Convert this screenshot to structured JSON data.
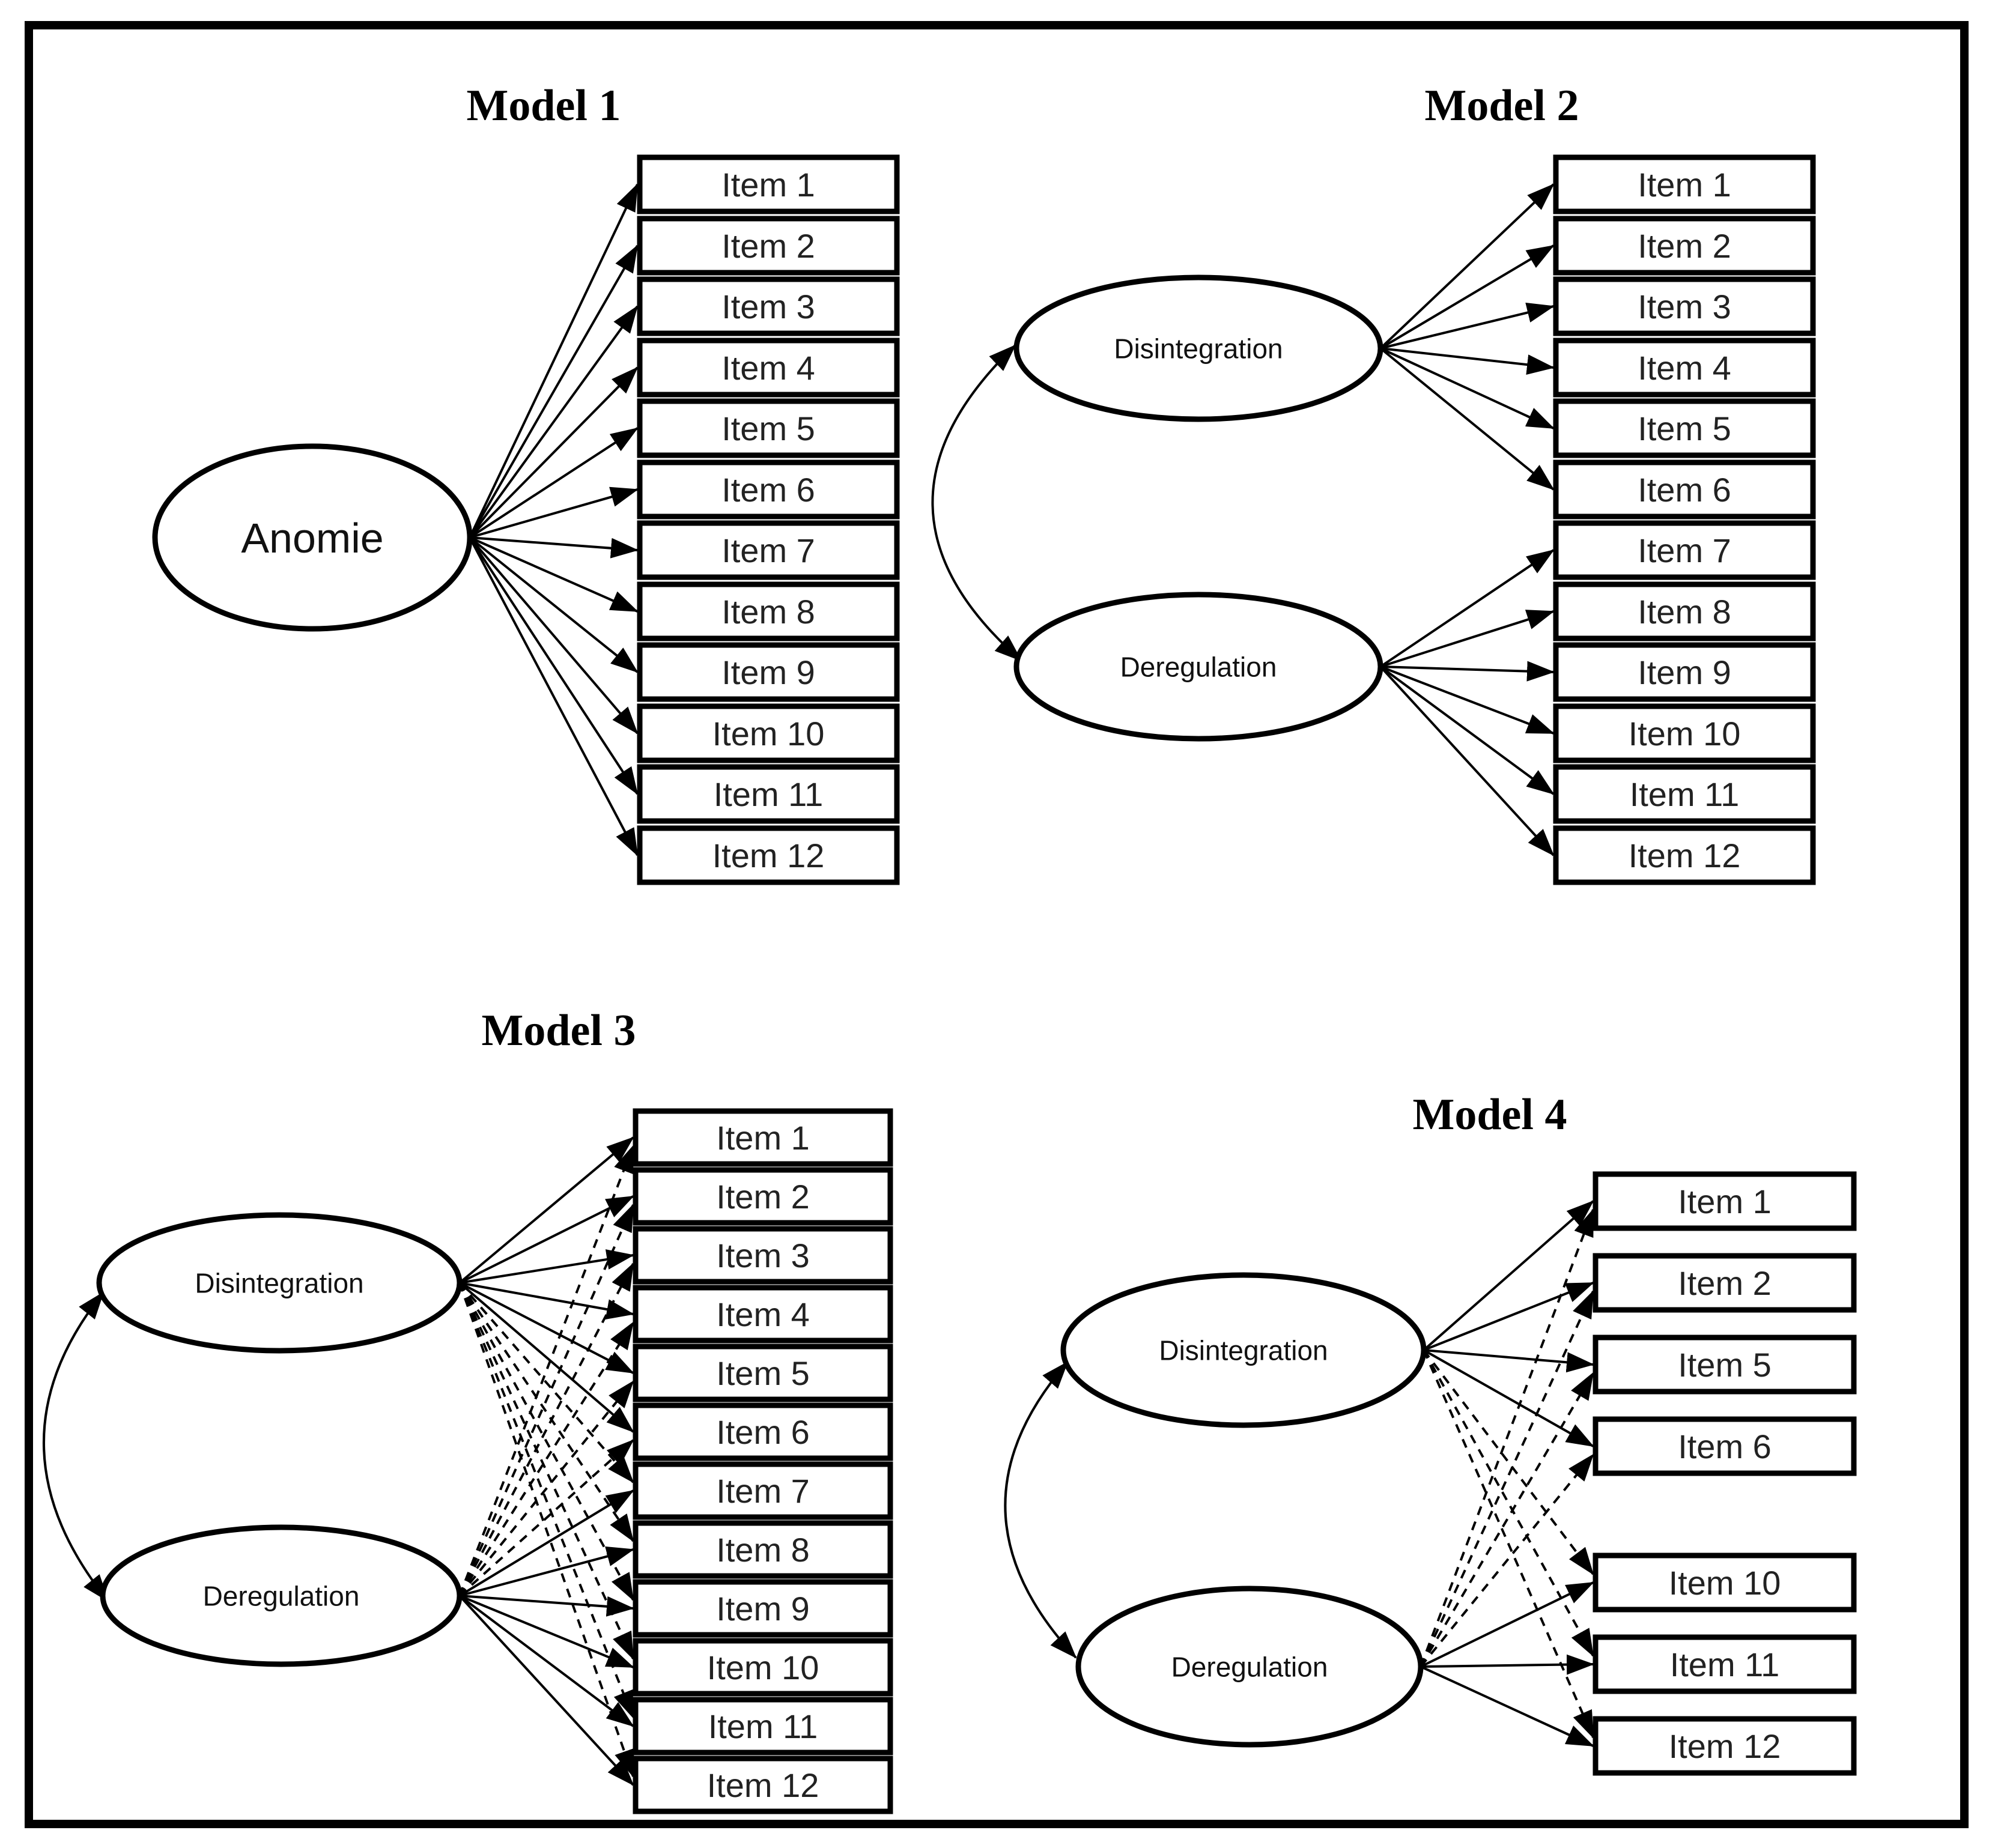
{
  "figure": {
    "description": "Four confirmatory factor analysis path models",
    "colors": {
      "ink": "#000000",
      "item_text": "#222222",
      "background": "#ffffff"
    },
    "models": [
      {
        "id": "model-1",
        "title": "Model 1",
        "items": [
          "Item 1",
          "Item 2",
          "Item 3",
          "Item 4",
          "Item 5",
          "Item 6",
          "Item 7",
          "Item 8",
          "Item 9",
          "Item 10",
          "Item 11",
          "Item 12"
        ],
        "factors": [
          {
            "name": "Anomie",
            "solid": [
              "Item 1",
              "Item 2",
              "Item 3",
              "Item 4",
              "Item 5",
              "Item 6",
              "Item 7",
              "Item 8",
              "Item 9",
              "Item 10",
              "Item 11",
              "Item 12"
            ],
            "dashed": []
          }
        ],
        "covariance": false
      },
      {
        "id": "model-2",
        "title": "Model 2",
        "items": [
          "Item 1",
          "Item 2",
          "Item 3",
          "Item 4",
          "Item 5",
          "Item 6",
          "Item 7",
          "Item 8",
          "Item 9",
          "Item 10",
          "Item 11",
          "Item 12"
        ],
        "factors": [
          {
            "name": "Disintegration",
            "solid": [
              "Item 1",
              "Item 2",
              "Item 3",
              "Item 4",
              "Item 5",
              "Item 6"
            ],
            "dashed": []
          },
          {
            "name": "Deregulation",
            "solid": [
              "Item 7",
              "Item 8",
              "Item 9",
              "Item 10",
              "Item 11",
              "Item 12"
            ],
            "dashed": []
          }
        ],
        "covariance": true
      },
      {
        "id": "model-3",
        "title": "Model 3",
        "items": [
          "Item 1",
          "Item 2",
          "Item 3",
          "Item 4",
          "Item 5",
          "Item 6",
          "Item 7",
          "Item 8",
          "Item 9",
          "Item 10",
          "Item 11",
          "Item 12"
        ],
        "factors": [
          {
            "name": "Disintegration",
            "solid": [
              "Item 1",
              "Item 2",
              "Item 3",
              "Item 4",
              "Item 5",
              "Item 6"
            ],
            "dashed": [
              "Item 7",
              "Item 8",
              "Item 9",
              "Item 10",
              "Item 11",
              "Item 12"
            ]
          },
          {
            "name": "Deregulation",
            "solid": [
              "Item 7",
              "Item 8",
              "Item 9",
              "Item 10",
              "Item 11",
              "Item 12"
            ],
            "dashed": [
              "Item 1",
              "Item 2",
              "Item 3",
              "Item 4",
              "Item 5",
              "Item 6"
            ]
          }
        ],
        "covariance": true
      },
      {
        "id": "model-4",
        "title": "Model 4",
        "items": [
          "Item 1",
          "Item 2",
          "Item 5",
          "Item 6",
          "Item 10",
          "Item 11",
          "Item 12"
        ],
        "factors": [
          {
            "name": "Disintegration",
            "solid": [
              "Item 1",
              "Item 2",
              "Item 5",
              "Item 6"
            ],
            "dashed": [
              "Item 10",
              "Item 11",
              "Item 12"
            ]
          },
          {
            "name": "Deregulation",
            "solid": [
              "Item 10",
              "Item 11",
              "Item 12"
            ],
            "dashed": [
              "Item 1",
              "Item 2",
              "Item 5",
              "Item 6"
            ]
          }
        ],
        "covariance": true
      }
    ]
  }
}
